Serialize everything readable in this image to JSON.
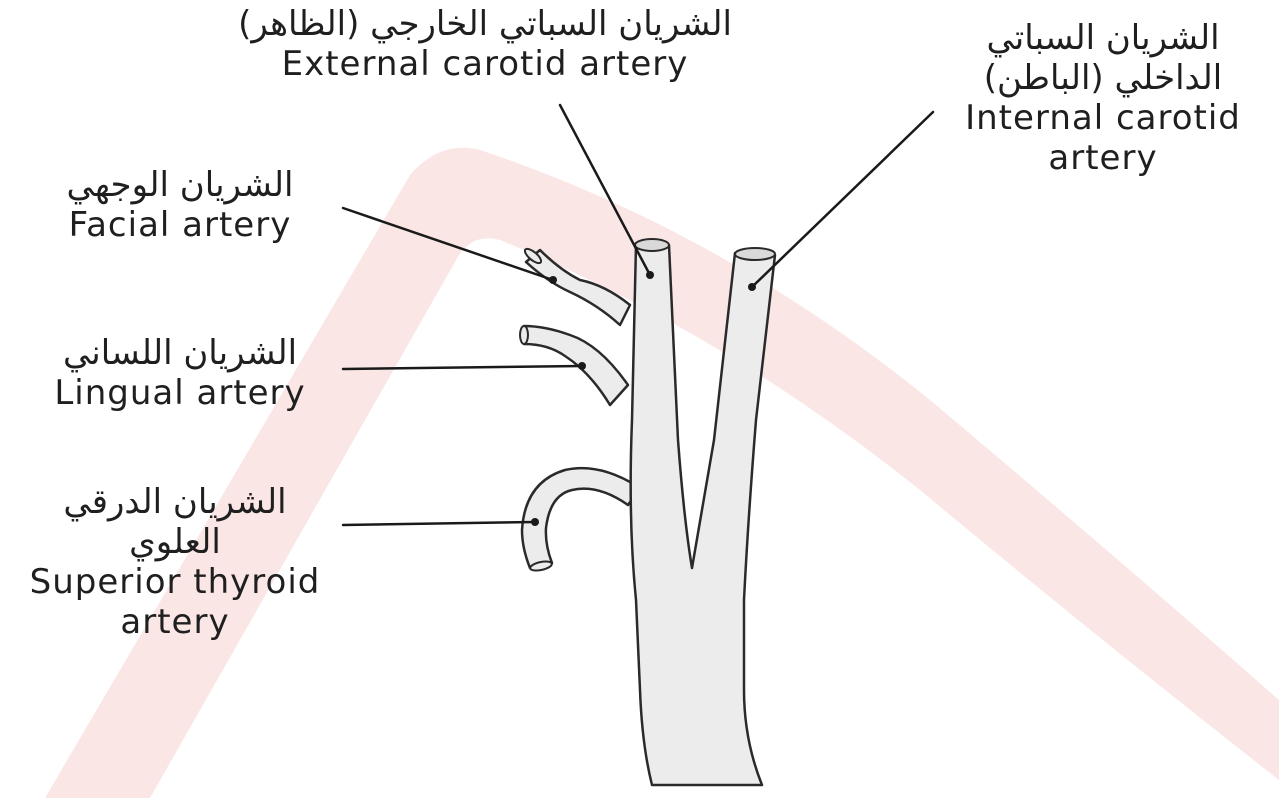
{
  "labels": {
    "external_carotid": {
      "arabic": "الشريان السباتي الخارجي (الظاهر)",
      "english": "External carotid artery"
    },
    "internal_carotid": {
      "arabic_line1": "الشريان السباتي",
      "arabic_line2": "الداخلي (الباطن)",
      "english_line1": "Internal carotid",
      "english_line2": "artery"
    },
    "facial": {
      "arabic": "الشريان الوجهي",
      "english": "Facial artery"
    },
    "lingual": {
      "arabic": "الشريان اللساني",
      "english": "Lingual artery"
    },
    "superior_thyroid": {
      "arabic_line1": "الشريان الدرقي",
      "arabic_line2": "العلوي",
      "english_line1": "Superior thyroid",
      "english_line2": "artery"
    }
  },
  "colors": {
    "artery_fill": "#ececec",
    "outline": "#2a2a2a",
    "watermark": "#fbe3e3",
    "leader": "#1a1a1a"
  }
}
